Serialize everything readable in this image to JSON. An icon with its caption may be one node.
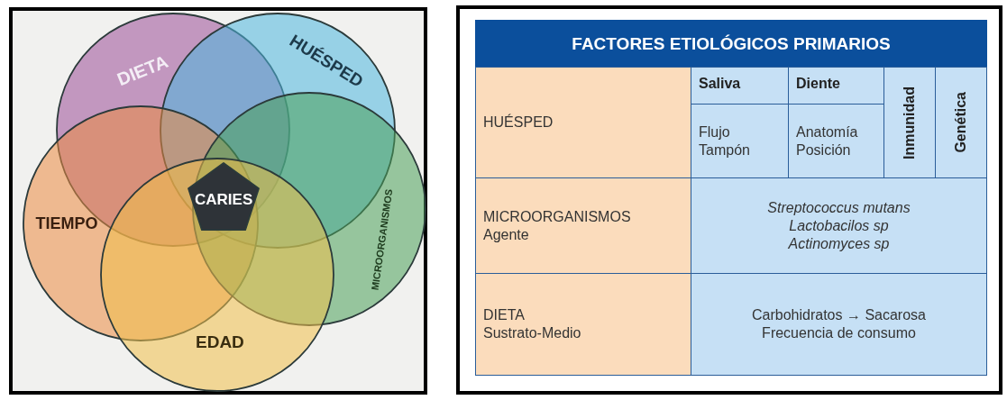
{
  "diagram": {
    "nodes": [
      {
        "text": [
          "DIETA"
        ]
      },
      {
        "text": [
          "HUÉSPED"
        ]
      },
      {
        "text": [
          "CARIES"
        ]
      },
      {
        "text": [
          "TIEMPO"
        ]
      },
      {
        "text": [
          "MICROORGANISMOS"
        ]
      },
      {
        "text": [
          "EDAD"
        ]
      }
    ],
    "labels": [
      "FACTORES ETIOLÓGICOS PRIMARIOS",
      "HUÉSPED",
      "Saliva",
      "Diente",
      "Inmunidad",
      "Genética",
      "Flujo",
      "Tampón",
      "Anatomía",
      "Posición",
      "MICROORGANISMOS",
      "Agente",
      "Streptococcus mutans",
      "Lactobacilos sp",
      "Actinomyces sp",
      "DIETA",
      "Sustrato-Medio",
      "Carbohidratos → Sacarosa",
      "Frecuencia de consumo"
    ]
  }
}
